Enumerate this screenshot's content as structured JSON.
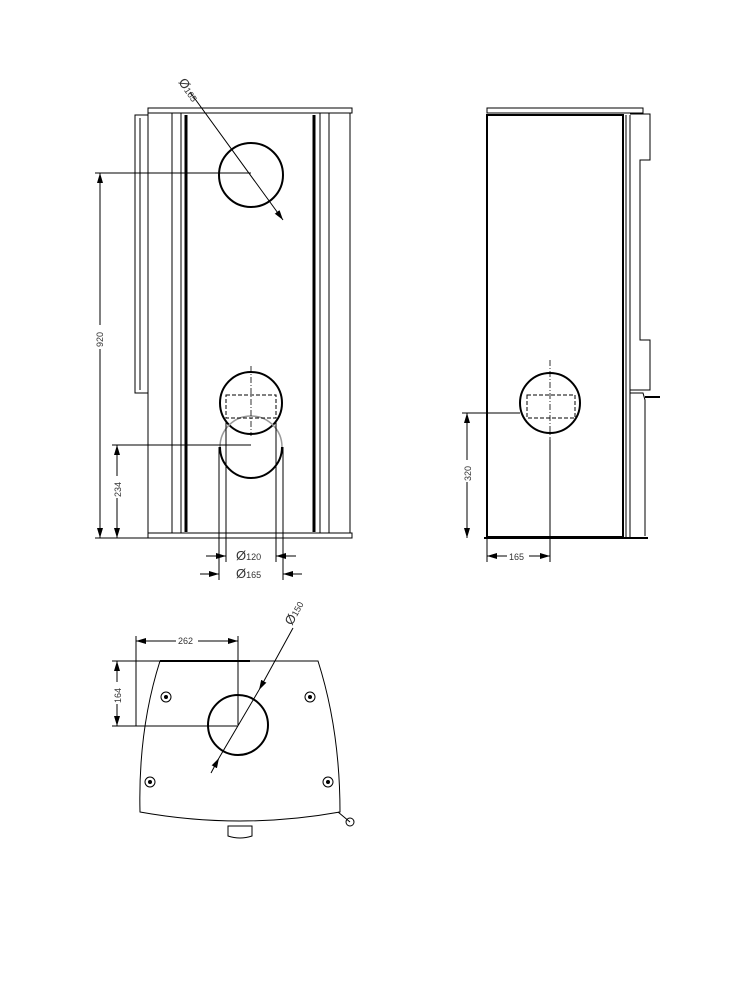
{
  "front_view": {
    "flue_top_diameter": "165",
    "height_top_outlet": "920",
    "height_rear_outlet": "234",
    "inner_diameter": "120",
    "outer_diameter": "165",
    "diameter_symbol": "Ø"
  },
  "side_view": {
    "height_rear_outlet": "320",
    "depth_to_outlet": "165"
  },
  "top_view": {
    "outlet_diameter": "150",
    "width_to_outlet": "262",
    "depth_to_outlet": "164"
  }
}
